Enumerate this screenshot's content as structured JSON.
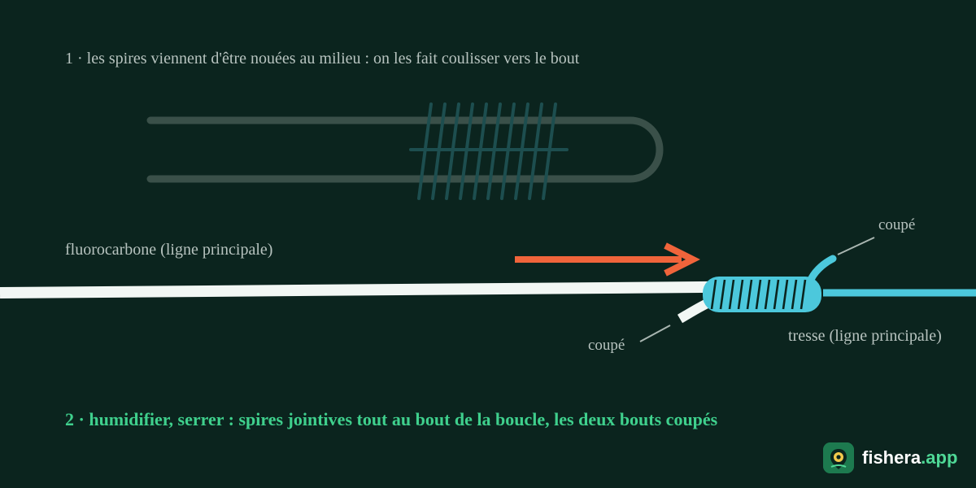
{
  "step1_caption": "1 · les spires viennent d'être nouées au milieu : on les fait coulisser vers le bout",
  "labels": {
    "fluorocarbon": "fluorocarbone (ligne principale)",
    "braid": "tresse (ligne principale)",
    "cut_top": "coupé",
    "cut_bottom": "coupé"
  },
  "step2_caption": "2 · humidifier, serrer : spires jointives tout au bout de la boucle, les deux bouts coupés",
  "brand": {
    "name": "fishera",
    "tld": ".app"
  },
  "colors": {
    "background": "#0b241e",
    "ghost_loop": "#3a5049",
    "ghost_wraps": "#1d4e4f",
    "fluorocarbon": "#f2f7f4",
    "braid": "#4cc8dc",
    "arrow": "#f0643b",
    "step2_text": "#3fd08d",
    "leader": "#a9b6b1"
  }
}
